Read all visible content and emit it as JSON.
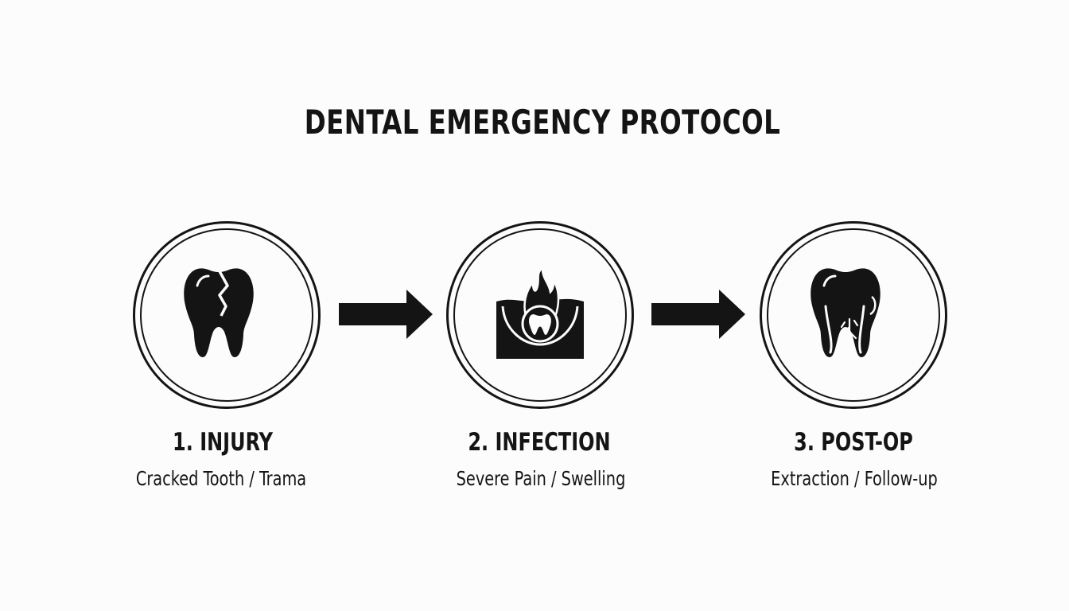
{
  "title": "DENTAL EMERGENCY PROTOCOL",
  "colors": {
    "ink": "#141414",
    "background": "#fcfcfc"
  },
  "steps": [
    {
      "label": "1. INJURY",
      "description": "Cracked Tooth / Trama",
      "icon": "cracked-tooth-icon"
    },
    {
      "label": "2. INFECTION",
      "description": "Severe Pain / Swelling",
      "icon": "infected-tooth-flame-icon"
    },
    {
      "label": "3. POST-OP",
      "description": "Extraction / Follow-up",
      "icon": "tooth-roots-icon"
    }
  ],
  "connectors": [
    "right-arrow-icon",
    "right-arrow-icon"
  ]
}
